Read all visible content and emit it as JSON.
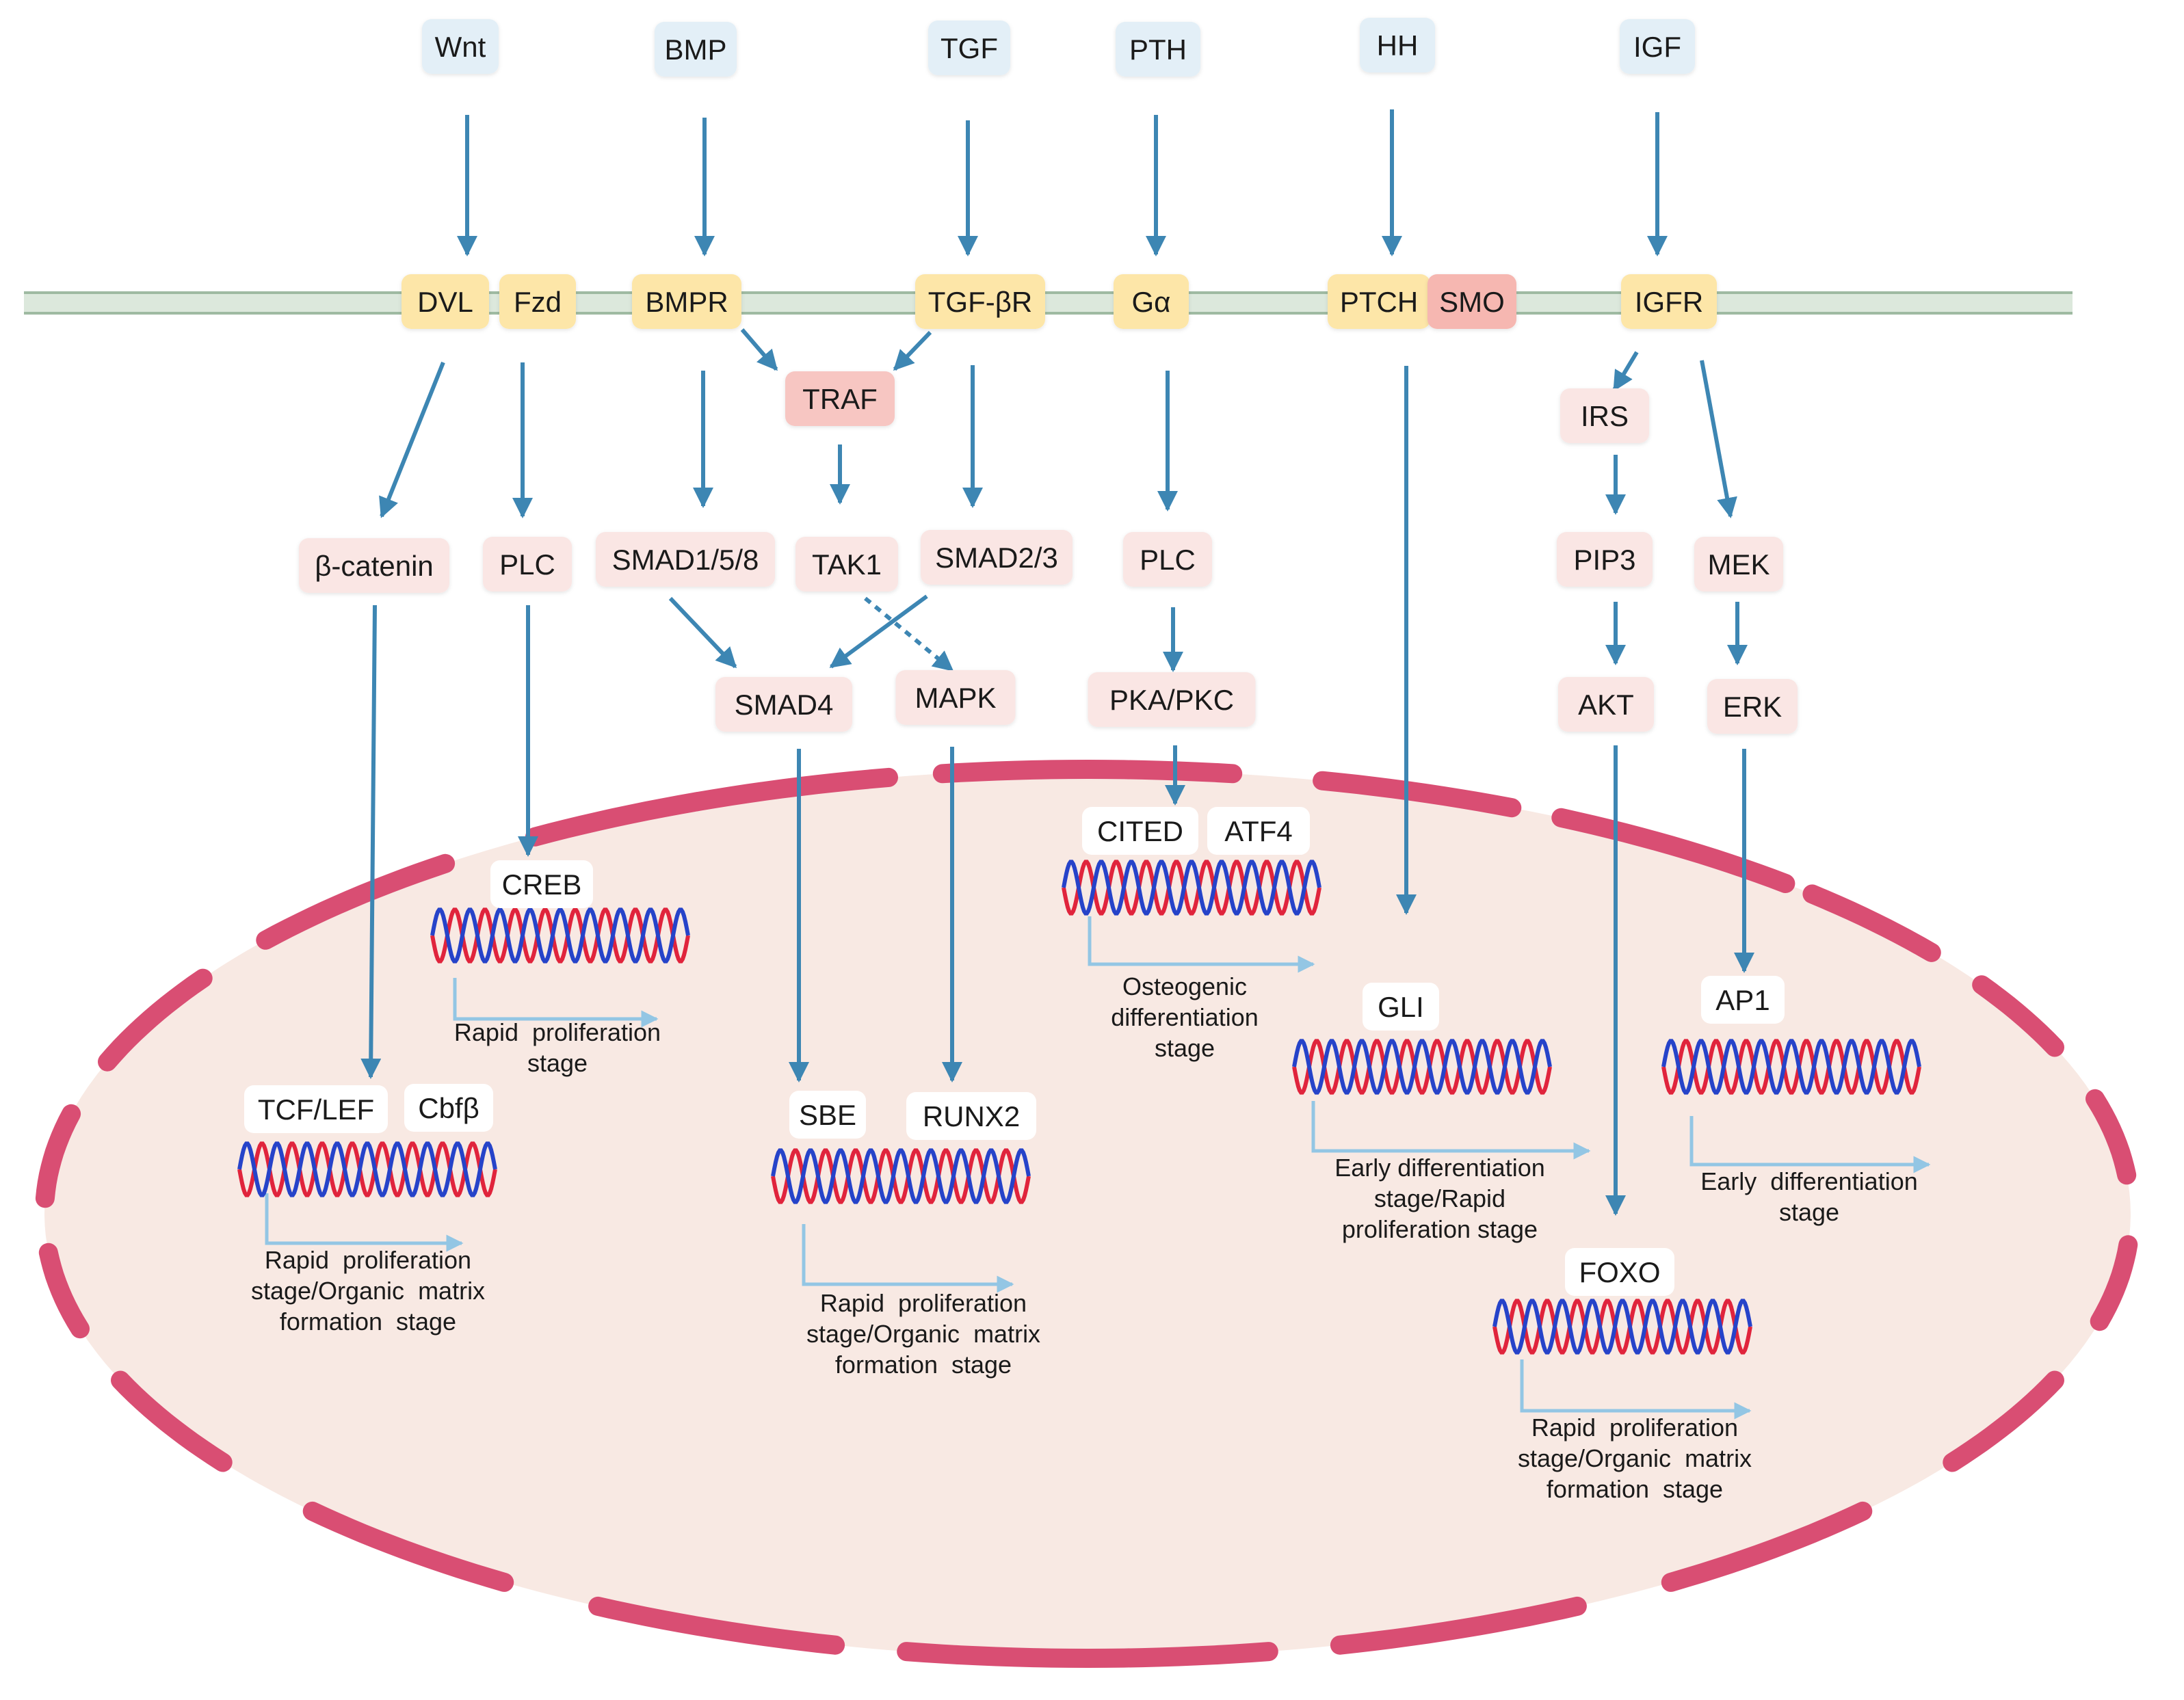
{
  "colors": {
    "arrow": "#3d86b3",
    "light_arrow": "#93c6e4",
    "membrane_fill": "#dce8dc",
    "membrane_line": "#9fbaa2",
    "ligand_box": "#e3eff7",
    "receptor_box": "#fde6a8",
    "smo_box": "#f6b7b1",
    "traf_box": "#f7c6c2",
    "mediator_box": "#fae6e4",
    "nucleus_fill": "#f8e9e3",
    "nucleus_edge": "#d94e73",
    "dna_red": "#e0243c",
    "dna_blue": "#2643c9",
    "text": "#1a1a1a"
  },
  "ligands": {
    "wnt": "Wnt",
    "bmp": "BMP",
    "tgf": "TGF",
    "pth": "PTH",
    "hh": "HH",
    "igf": "IGF"
  },
  "receptors": {
    "dvl": "DVL",
    "fzd": "Fzd",
    "bmpr": "BMPR",
    "tgfbr": "TGF-βR",
    "galpha": "Gα",
    "ptch": "PTCH",
    "smo": "SMO",
    "igfr": "IGFR"
  },
  "cytoplasm": {
    "traf": "TRAF",
    "irs": "IRS",
    "beta_catenin": "β-catenin",
    "plc_wnt": "PLC",
    "smad158": "SMAD1/5/8",
    "tak1": "TAK1",
    "smad23": "SMAD2/3",
    "plc_pth": "PLC",
    "pip3": "PIP3",
    "mek": "MEK",
    "smad4": "SMAD4",
    "mapk": "MAPK",
    "pka_pkc": "PKA/PKC",
    "akt": "AKT",
    "erk": "ERK"
  },
  "nucleus": {
    "creb": "CREB",
    "cited": "CITED",
    "atf4": "ATF4",
    "gli": "GLI",
    "ap1": "AP1",
    "tcf_lef": "TCF/LEF",
    "cbfb": "Cbfβ",
    "sbe": "SBE",
    "runx2": "RUNX2",
    "foxo": "FOXO"
  },
  "stages": {
    "creb": [
      "Rapid  proliferation",
      "stage"
    ],
    "cited": [
      "Osteogenic",
      "differentiation",
      "stage"
    ],
    "gli": [
      "Early differentiation",
      "stage/Rapid",
      "proliferation stage"
    ],
    "ap1": [
      "Early  differentiation",
      "stage"
    ],
    "tcf": [
      "Rapid  proliferation",
      "stage/Organic  matrix",
      "formation  stage"
    ],
    "sbe": [
      "Rapid  proliferation",
      "stage/Organic  matrix",
      "formation  stage"
    ],
    "foxo": [
      "Rapid  proliferation",
      "stage/Organic  matrix",
      "formation  stage"
    ]
  }
}
